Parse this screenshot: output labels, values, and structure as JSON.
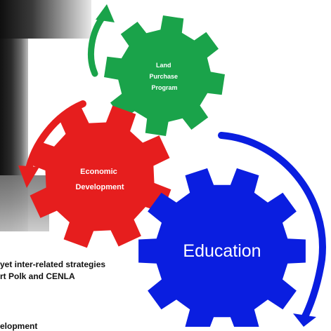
{
  "gears": [
    {
      "id": "land-purchase",
      "lines": [
        "Land",
        "Purchase",
        "Program"
      ],
      "color": "#1aa34a"
    },
    {
      "id": "economic-development",
      "lines": [
        "Economic",
        "Development"
      ],
      "color": "#e61e1e"
    },
    {
      "id": "education",
      "lines": [
        "Education"
      ],
      "color": "#0a1ee0"
    }
  ],
  "arrow_colors": {
    "green": "#1aa34a",
    "red": "#e61e1e",
    "blue": "#0a1ee0"
  },
  "caption": {
    "line1": "yet inter-related strategies",
    "line2": "rt Polk and CENLA",
    "line3": "elopment"
  }
}
